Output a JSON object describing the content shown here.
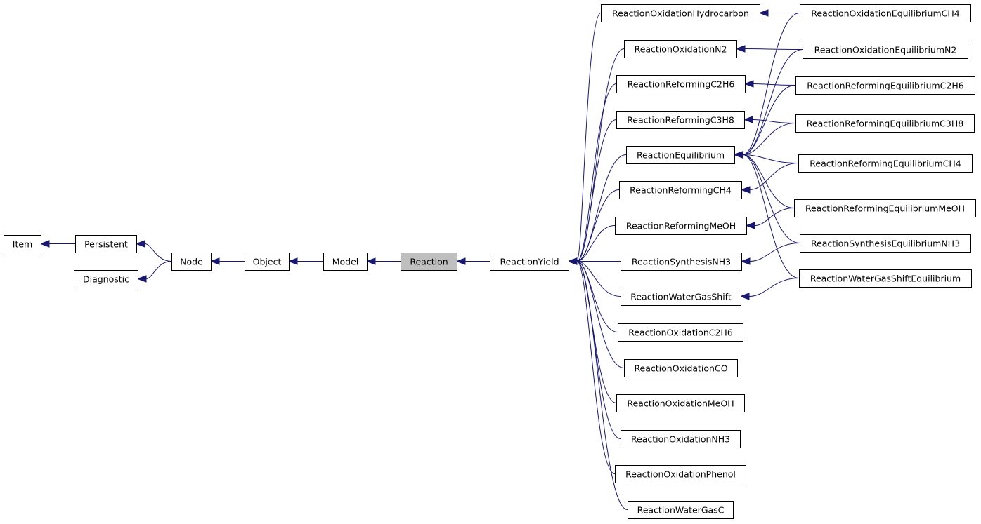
{
  "diagram": {
    "type": "inheritance-graph",
    "colors": {
      "edge": "#191970",
      "focus_fill": "#bfbfbf",
      "box_fill": "#ffffff",
      "border": "#000000"
    },
    "nodes": [
      {
        "id": "item",
        "label": "Item"
      },
      {
        "id": "persistent",
        "label": "Persistent"
      },
      {
        "id": "diagnostic",
        "label": "Diagnostic"
      },
      {
        "id": "node",
        "label": "Node"
      },
      {
        "id": "object",
        "label": "Object"
      },
      {
        "id": "model",
        "label": "Model"
      },
      {
        "id": "reaction",
        "label": "Reaction",
        "focus": true
      },
      {
        "id": "reactionyield",
        "label": "ReactionYield"
      },
      {
        "id": "oxhydrocarbon",
        "label": "ReactionOxidationHydrocarbon"
      },
      {
        "id": "oxn2",
        "label": "ReactionOxidationN2"
      },
      {
        "id": "refc2h6",
        "label": "ReactionReformingC2H6"
      },
      {
        "id": "refc3h8",
        "label": "ReactionReformingC3H8"
      },
      {
        "id": "equilibrium",
        "label": "ReactionEquilibrium"
      },
      {
        "id": "refch4",
        "label": "ReactionReformingCH4"
      },
      {
        "id": "refmeoh",
        "label": "ReactionReformingMeOH"
      },
      {
        "id": "synnh3",
        "label": "ReactionSynthesisNH3"
      },
      {
        "id": "wgshift",
        "label": "ReactionWaterGasShift"
      },
      {
        "id": "oxc2h6",
        "label": "ReactionOxidationC2H6"
      },
      {
        "id": "oxco",
        "label": "ReactionOxidationCO"
      },
      {
        "id": "oxmeoh",
        "label": "ReactionOxidationMeOH"
      },
      {
        "id": "oxnh3",
        "label": "ReactionOxidationNH3"
      },
      {
        "id": "oxphenol",
        "label": "ReactionOxidationPhenol"
      },
      {
        "id": "wgc",
        "label": "ReactionWaterGasC"
      },
      {
        "id": "eqoxch4",
        "label": "ReactionOxidationEquilibriumCH4"
      },
      {
        "id": "eqoxn2",
        "label": "ReactionOxidationEquilibriumN2"
      },
      {
        "id": "eqrefc2h6",
        "label": "ReactionReformingEquilibriumC2H6"
      },
      {
        "id": "eqrefc3h8",
        "label": "ReactionReformingEquilibriumC3H8"
      },
      {
        "id": "eqrefch4",
        "label": "ReactionReformingEquilibriumCH4"
      },
      {
        "id": "eqrefmeoh",
        "label": "ReactionReformingEquilibriumMeOH"
      },
      {
        "id": "eqsynnh3",
        "label": "ReactionSynthesisEquilibriumNH3"
      },
      {
        "id": "eqwgs",
        "label": "ReactionWaterGasShiftEquilibrium"
      }
    ],
    "edges": [
      {
        "from": "persistent",
        "to": "item"
      },
      {
        "from": "node",
        "to": "persistent"
      },
      {
        "from": "node",
        "to": "diagnostic"
      },
      {
        "from": "object",
        "to": "node"
      },
      {
        "from": "model",
        "to": "object"
      },
      {
        "from": "reaction",
        "to": "model"
      },
      {
        "from": "reactionyield",
        "to": "reaction"
      },
      {
        "from": "oxhydrocarbon",
        "to": "reactionyield"
      },
      {
        "from": "oxn2",
        "to": "reactionyield"
      },
      {
        "from": "refc2h6",
        "to": "reactionyield"
      },
      {
        "from": "refc3h8",
        "to": "reactionyield"
      },
      {
        "from": "equilibrium",
        "to": "reactionyield"
      },
      {
        "from": "refch4",
        "to": "reactionyield"
      },
      {
        "from": "refmeoh",
        "to": "reactionyield"
      },
      {
        "from": "synnh3",
        "to": "reactionyield"
      },
      {
        "from": "wgshift",
        "to": "reactionyield"
      },
      {
        "from": "oxc2h6",
        "to": "reactionyield"
      },
      {
        "from": "oxco",
        "to": "reactionyield"
      },
      {
        "from": "oxmeoh",
        "to": "reactionyield"
      },
      {
        "from": "oxnh3",
        "to": "reactionyield"
      },
      {
        "from": "oxphenol",
        "to": "reactionyield"
      },
      {
        "from": "wgc",
        "to": "reactionyield"
      },
      {
        "from": "eqoxch4",
        "to": "oxhydrocarbon"
      },
      {
        "from": "eqoxn2",
        "to": "oxn2"
      },
      {
        "from": "eqrefc2h6",
        "to": "refc2h6"
      },
      {
        "from": "eqrefc3h8",
        "to": "refc3h8"
      },
      {
        "from": "eqrefch4",
        "to": "refch4"
      },
      {
        "from": "eqrefmeoh",
        "to": "refmeoh"
      },
      {
        "from": "eqsynnh3",
        "to": "synnh3"
      },
      {
        "from": "eqwgs",
        "to": "wgshift"
      },
      {
        "from": "eqoxch4",
        "to": "equilibrium"
      },
      {
        "from": "eqoxn2",
        "to": "equilibrium"
      },
      {
        "from": "eqrefc2h6",
        "to": "equilibrium"
      },
      {
        "from": "eqrefc3h8",
        "to": "equilibrium"
      },
      {
        "from": "eqrefch4",
        "to": "equilibrium"
      },
      {
        "from": "eqrefmeoh",
        "to": "equilibrium"
      },
      {
        "from": "eqsynnh3",
        "to": "equilibrium"
      },
      {
        "from": "eqwgs",
        "to": "equilibrium"
      }
    ]
  }
}
